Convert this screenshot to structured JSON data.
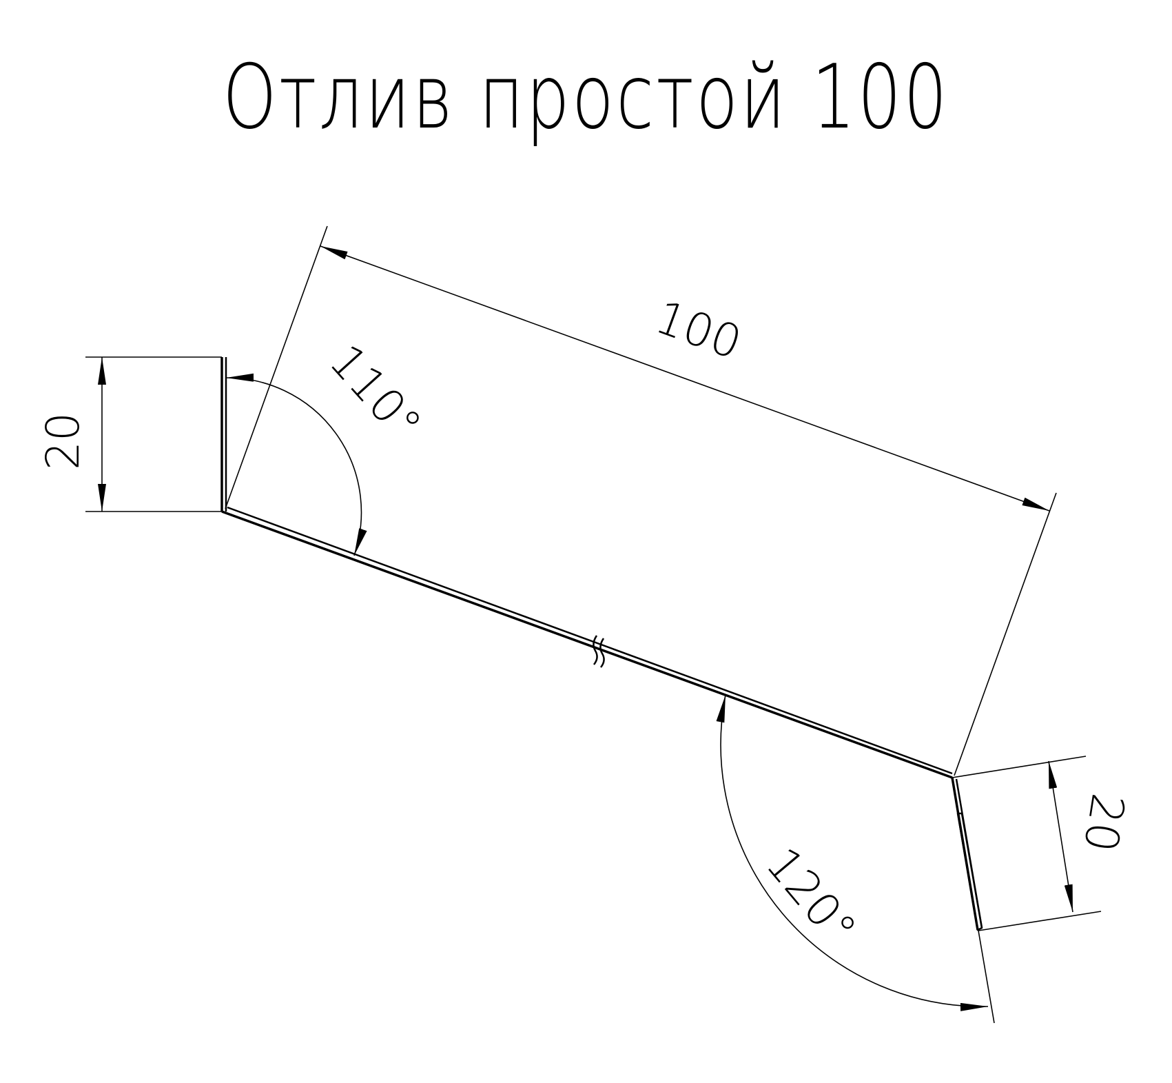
{
  "title": "Отлив простой 100",
  "dimensions": {
    "main_length": "100",
    "left_flange": "20",
    "right_flange": "20",
    "angle_left": "110°",
    "angle_right": "120°"
  },
  "colors": {
    "ink": "#000000",
    "background": "#ffffff"
  }
}
